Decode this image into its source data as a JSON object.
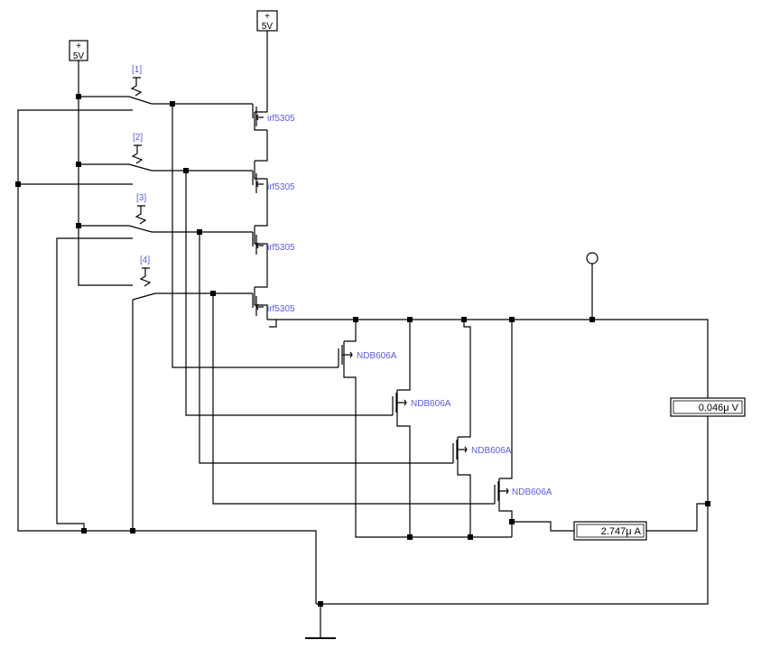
{
  "sources": [
    {
      "id": "vcc-1",
      "plus": "+",
      "label": "5V"
    },
    {
      "id": "vcc-2",
      "plus": "+",
      "label": "5V"
    }
  ],
  "switches": [
    {
      "label": "[1]"
    },
    {
      "label": "[2]"
    },
    {
      "label": "[3]"
    },
    {
      "label": "[4]"
    }
  ],
  "pmos": [
    {
      "label": "irf5305"
    },
    {
      "label": "irf5305"
    },
    {
      "label": "irf5305"
    },
    {
      "label": "irf5305"
    }
  ],
  "nmos": [
    {
      "label": "NDB606A"
    },
    {
      "label": "NDB606A"
    },
    {
      "label": "NDB606A"
    },
    {
      "label": "NDB606A"
    }
  ],
  "voltmeter": {
    "reading": "0.046μ  V"
  },
  "ammeter": {
    "reading": "2.747μ  A"
  },
  "colors": {
    "wire": "#000000",
    "label": "#5a5ae6",
    "background": "#ffffff"
  }
}
